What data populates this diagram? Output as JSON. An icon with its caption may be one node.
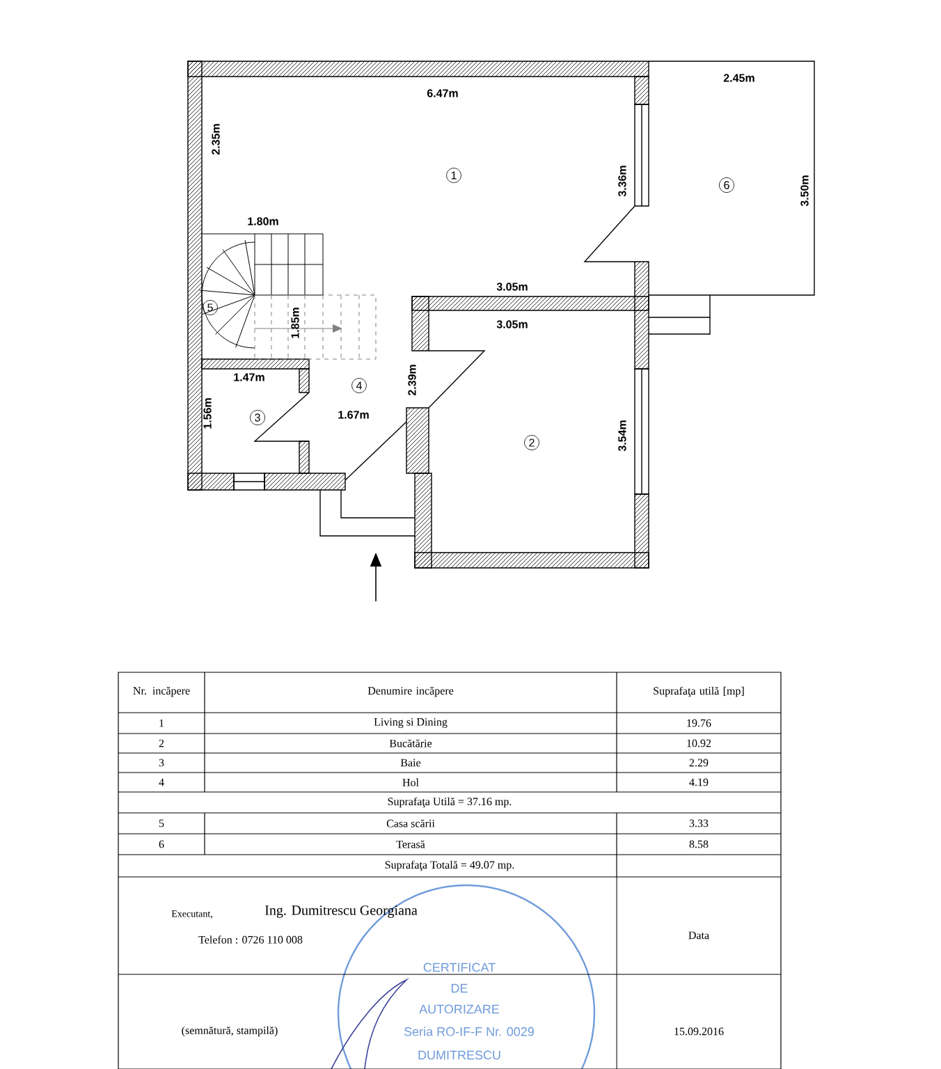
{
  "diagram": {
    "labels": [
      "2.45m",
      "6.47m",
      "2.35m",
      "1",
      "3.36m",
      "6",
      "3.50m",
      "1.80m",
      "3.05m",
      "5",
      "1.85m",
      "3.05m",
      "1.47m",
      "2.39m",
      "4",
      "1.56m",
      "3",
      "1.67m",
      "3.54m",
      "2",
      "Nr. incăpere",
      "Denumire incăpere",
      "Suprafaţa utilă [mp]",
      "1",
      "Living si Dining",
      "19.76",
      "2",
      "Bucătărie",
      "10.92",
      "3",
      "Baie",
      "2.29",
      "4",
      "Hol",
      "4.19",
      "Suprafaţa Utilă =  37.16 mp.",
      "5",
      "Casa scării",
      "3.33",
      "6",
      "Terasă",
      "8.58",
      "Suprafaţa Totală = 49.07 mp.",
      "Executant,",
      "Ing. Dumitrescu Georgiana",
      "Telefon : 0726 110 008",
      "Data",
      "CERTIFICAT",
      "DE",
      "AUTORIZARE",
      "Seria RO-IF-F Nr. 0029",
      "DUMITRESCU",
      "(semnătură, stampilă)",
      "15.09.2016"
    ]
  }
}
